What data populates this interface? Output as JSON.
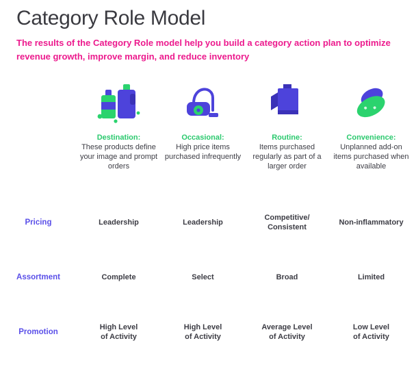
{
  "header": {
    "title": "Category Role Model",
    "subtitle": "The results of the Category Role model help you build a category action plan to optimize revenue growth, improve margin, and reduce inventory"
  },
  "colors": {
    "accent_pink": "#ec1a8d",
    "accent_purple": "#4d43db",
    "accent_green": "#2bc96e",
    "text_dark": "#3c3c44"
  },
  "rows": [
    {
      "label": "Pricing"
    },
    {
      "label": "Assortment"
    },
    {
      "label": "Promotion"
    }
  ],
  "columns": [
    {
      "icon": "cleaning-bottles-icon",
      "label": "Destination:",
      "description": "These products define your image and prompt orders",
      "pricing": "Leadership",
      "assortment": "Complete",
      "promotion": "High Level\nof Activity"
    },
    {
      "icon": "vacuum-cleaner-icon",
      "label": "Occasional:",
      "description": "High price items purchased infrequently",
      "pricing": "Leadership",
      "assortment": "Select",
      "promotion": "High Level\nof Activity"
    },
    {
      "icon": "paper-towel-icon",
      "label": "Routine:",
      "description": "Items purchased regularly as part of a larger order",
      "pricing": "Competitive/\nConsistent",
      "assortment": "Broad",
      "promotion": "Average Level\nof Activity"
    },
    {
      "icon": "sponge-icon",
      "label": "Convenience:",
      "description": "Unplanned add-on items purchased when available",
      "pricing": "Non-inflammatory",
      "assortment": "Limited",
      "promotion": "Low Level\nof Activity"
    }
  ],
  "chart_data": {
    "type": "table",
    "title": "Category Role Model",
    "categories": [
      "Destination",
      "Occasional",
      "Routine",
      "Convenience"
    ],
    "row_headers": [
      "Pricing",
      "Assortment",
      "Promotion"
    ],
    "cells": [
      [
        "Leadership",
        "Leadership",
        "Competitive/Consistent",
        "Non-inflammatory"
      ],
      [
        "Complete",
        "Select",
        "Broad",
        "Limited"
      ],
      [
        "High Level of Activity",
        "High Level of Activity",
        "Average Level of Activity",
        "Low Level of Activity"
      ]
    ]
  }
}
